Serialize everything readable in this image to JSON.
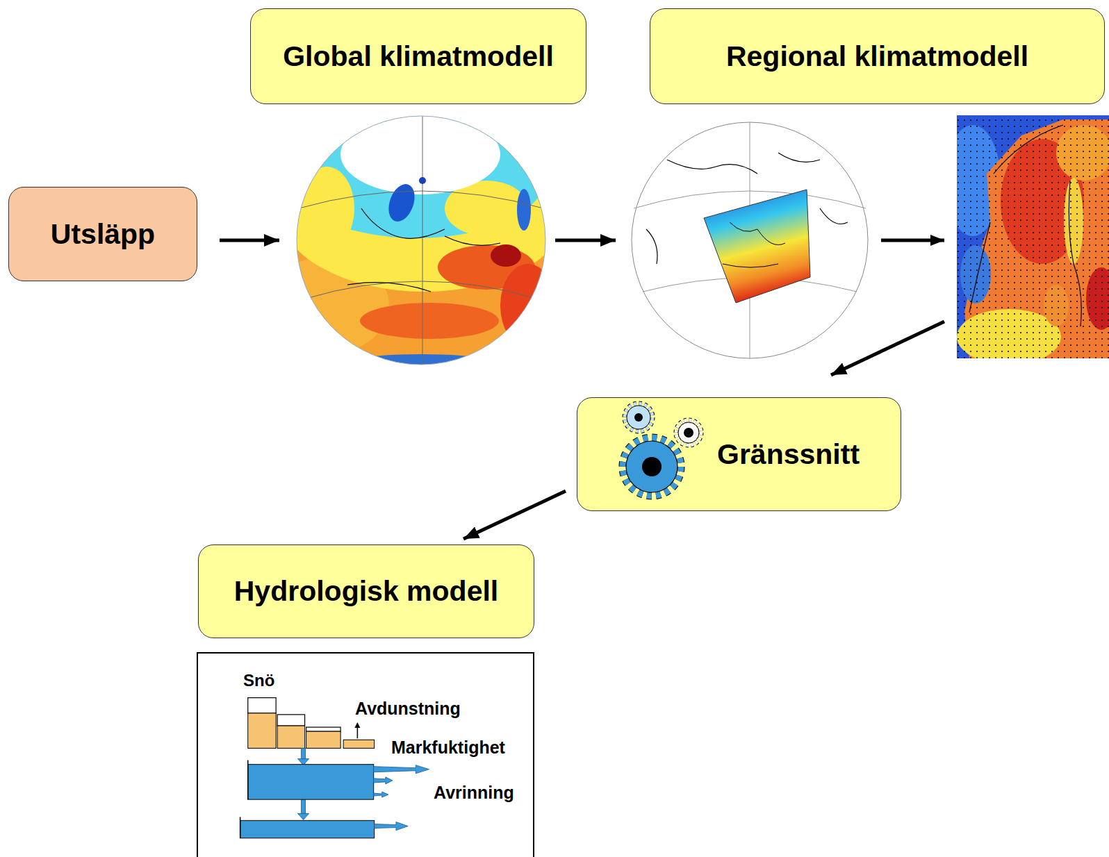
{
  "diagram": {
    "nodes": [
      {
        "text": [
          "Utsläpp"
        ]
      },
      {
        "text": [
          "Global klimatmodell"
        ]
      },
      {
        "text": [
          "Regional klimatmodell"
        ]
      },
      {
        "text": [
          "Gränssnitt"
        ]
      },
      {
        "text": [
          "Hydrologisk modell"
        ]
      }
    ],
    "edges": [
      {
        "from": 0,
        "to": 1,
        "arrow": "to"
      },
      {
        "from": 1,
        "to": 2,
        "arrow": "to"
      },
      {
        "from": 2,
        "to": 3,
        "arrow": "to"
      },
      {
        "from": 3,
        "to": 4,
        "arrow": "to"
      }
    ],
    "labels": [
      "Snö",
      "Avdunstning",
      "Markfuktighet",
      "Avrinning"
    ]
  }
}
